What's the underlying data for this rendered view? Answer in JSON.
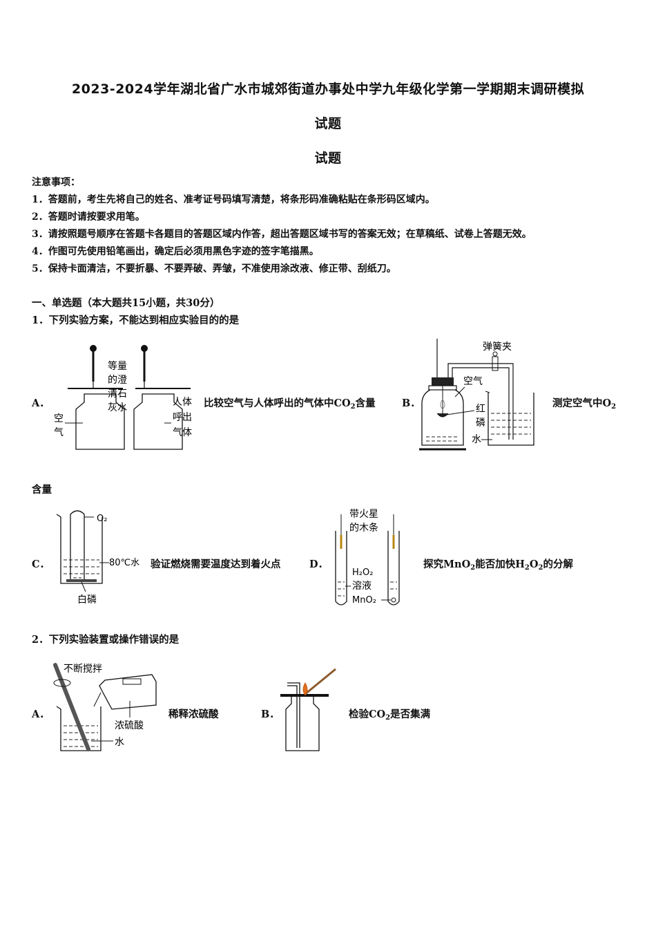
{
  "header": {
    "title_line1": "2023-2024学年湖北省广水市城郊街道办事处中学九年级化学第一学期期末调研模拟",
    "title_line2": "试题",
    "title_line3": "试题"
  },
  "notice": {
    "heading": "注意事项：",
    "items": [
      "1．答题前，考生先将自己的姓名、准考证号码填写清楚，将条形码准确粘贴在条形码区域内。",
      "2．答题时请按要求用笔。",
      "3．请按照题号顺序在答题卡各题目的答题区域内作答，超出答题区域书写的答案无效；在草稿纸、试卷上答题无效。",
      "4．作图可先使用铅笔画出，确定后必须用黑色字迹的签字笔描黑。",
      "5．保持卡面清洁，不要折暴、不要弄破、弄皱，不准使用涂改液、修正带、刮纸刀。"
    ]
  },
  "section1": {
    "heading": "一、单选题（本大题共15小题，共30分）"
  },
  "q1": {
    "stem": "1．下列实验方案，不能达到相应实验目的的是",
    "A": {
      "label": "A．",
      "desc_pre": "比较空气与人体呼出的气体中CO",
      "desc_sub": "2",
      "desc_post": "含量",
      "fig": {
        "reagent_1": "等量",
        "reagent_2": "的澄",
        "reagent_3": "清石",
        "reagent_4": "灰水",
        "left_1": "空",
        "left_2": "气",
        "right_1": "人体",
        "right_2": "呼出",
        "right_3": "气体"
      }
    },
    "B": {
      "label": "B．",
      "desc_pre": "测定空气中O",
      "desc_sub": "2",
      "desc_cont": "含量",
      "fig": {
        "clamp": "弹簧夹",
        "air": "空气",
        "p1": "红",
        "p2": "磷",
        "water": "水"
      }
    },
    "C": {
      "label": "C．",
      "desc": "验证燃烧需要温度达到着火点",
      "fig": {
        "gas": "O₂",
        "water": "80℃水",
        "phos": "白磷"
      }
    },
    "D": {
      "label": "D．",
      "desc_pre": "探究MnO",
      "desc_sub1": "2",
      "desc_mid": "能否加快H",
      "desc_sub2": "2",
      "desc_o": "O",
      "desc_sub3": "2",
      "desc_post": "的分解",
      "fig": {
        "splint_1": "带火星",
        "splint_2": "的木条",
        "sol_1": "H₂O₂",
        "sol_2": "溶液",
        "cat": "MnO₂"
      }
    }
  },
  "q2": {
    "stem": "2．下列实验装置或操作错误的是",
    "A": {
      "label": "A．",
      "desc": "稀释浓硫酸",
      "fig": {
        "stir": "不断搅拌",
        "acid": "浓硫酸",
        "water": "水"
      }
    },
    "B": {
      "label": "B．",
      "desc_pre": "检验CO",
      "desc_sub": "2",
      "desc_post": "是否集满"
    }
  }
}
